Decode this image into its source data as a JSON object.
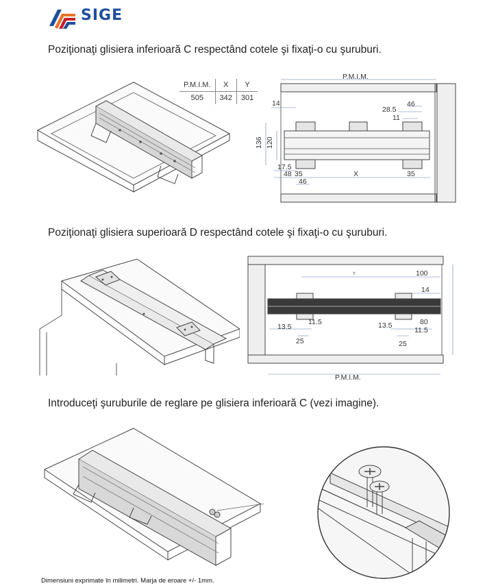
{
  "brand": {
    "name": "SIGE",
    "color_blue": "#1d4f9c",
    "color_orange": "#e8742a",
    "color_red": "#c8202a"
  },
  "steps": [
    {
      "text": "Poziţionaţi glisiera inferioară C respectând cotele şi fixaţi-o cu şuruburi."
    },
    {
      "text": "Poziţionaţi glisiera superioară D respectând cotele şi fixaţi-o cu şuruburi."
    },
    {
      "text": "Introduceţi şuruburile de reglare pe glisiera inferioară C (vezi imagine)."
    }
  ],
  "table": {
    "headers": [
      "P.M.I.M.",
      "X",
      "Y"
    ],
    "rows": [
      [
        "505",
        "342",
        "301"
      ]
    ]
  },
  "diagram1": {
    "pim": "P.M.I.M.",
    "dims": {
      "d14": "14",
      "d136": "136",
      "d120": "120",
      "d175": "17.5",
      "d48": "48",
      "d35a": "35",
      "d46a": "46",
      "x": "X",
      "d35b": "35",
      "d285": "28.5",
      "d46b": "46",
      "d11": "11"
    }
  },
  "diagram2": {
    "pim": "P.M.I.M.",
    "dims": {
      "y": "Y",
      "d100": "100",
      "d14": "14",
      "d135a": "13.5",
      "d115a": "11.5",
      "d25a": "25",
      "d135b": "13.5",
      "d80": "80",
      "d115b": "11.5",
      "d25b": "25"
    }
  },
  "footer": "Dimensiuni exprimate în milimetri. Marja de eroare +/- 1mm."
}
